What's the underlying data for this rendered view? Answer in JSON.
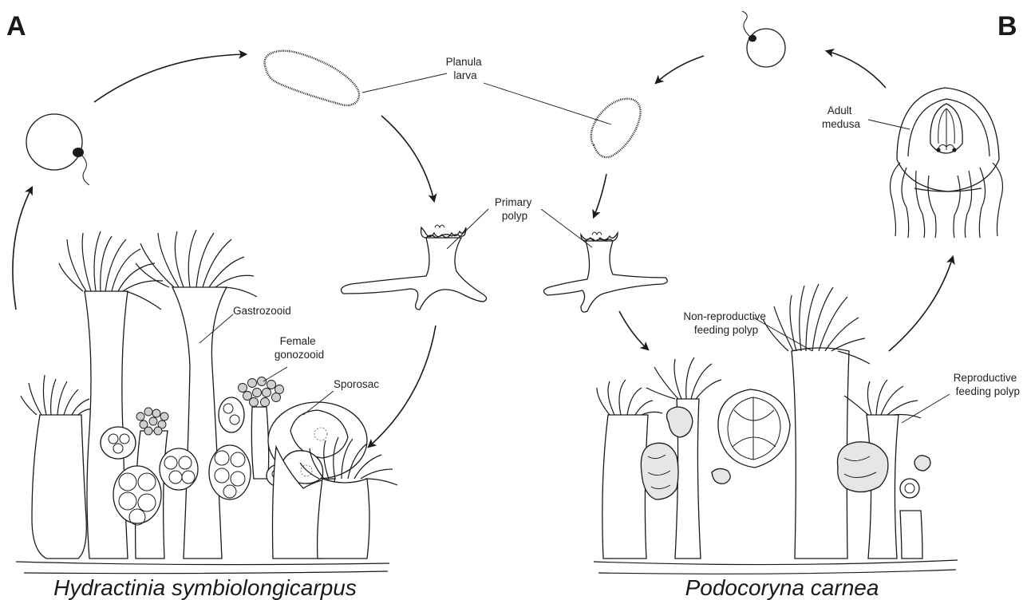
{
  "panels": [
    {
      "letter": "A",
      "species": "Hydractinia symbiolongicarpus"
    },
    {
      "letter": "B",
      "species": "Podocoryna carnea"
    }
  ],
  "labels": {
    "planula_larva": [
      "Planula",
      "larva"
    ],
    "primary_polyp": [
      "Primary",
      "polyp"
    ],
    "gastrozooid": "Gastrozooid",
    "female_gonozooid": [
      "Female",
      "gonozooid"
    ],
    "sporosac": "Sporosac",
    "adult_medusa": [
      "Adult",
      "medusa"
    ],
    "non_reproductive_feeding_polyp": [
      "Non-reproductive",
      "feeding polyp"
    ],
    "reproductive_feeding_polyp": [
      "Reproductive",
      "feeding polyp"
    ]
  },
  "icons": [
    "egg-with-sperm-icon",
    "planula-larva-icon",
    "primary-polyp-icon",
    "adult-medusa-icon",
    "arrow-icon"
  ]
}
